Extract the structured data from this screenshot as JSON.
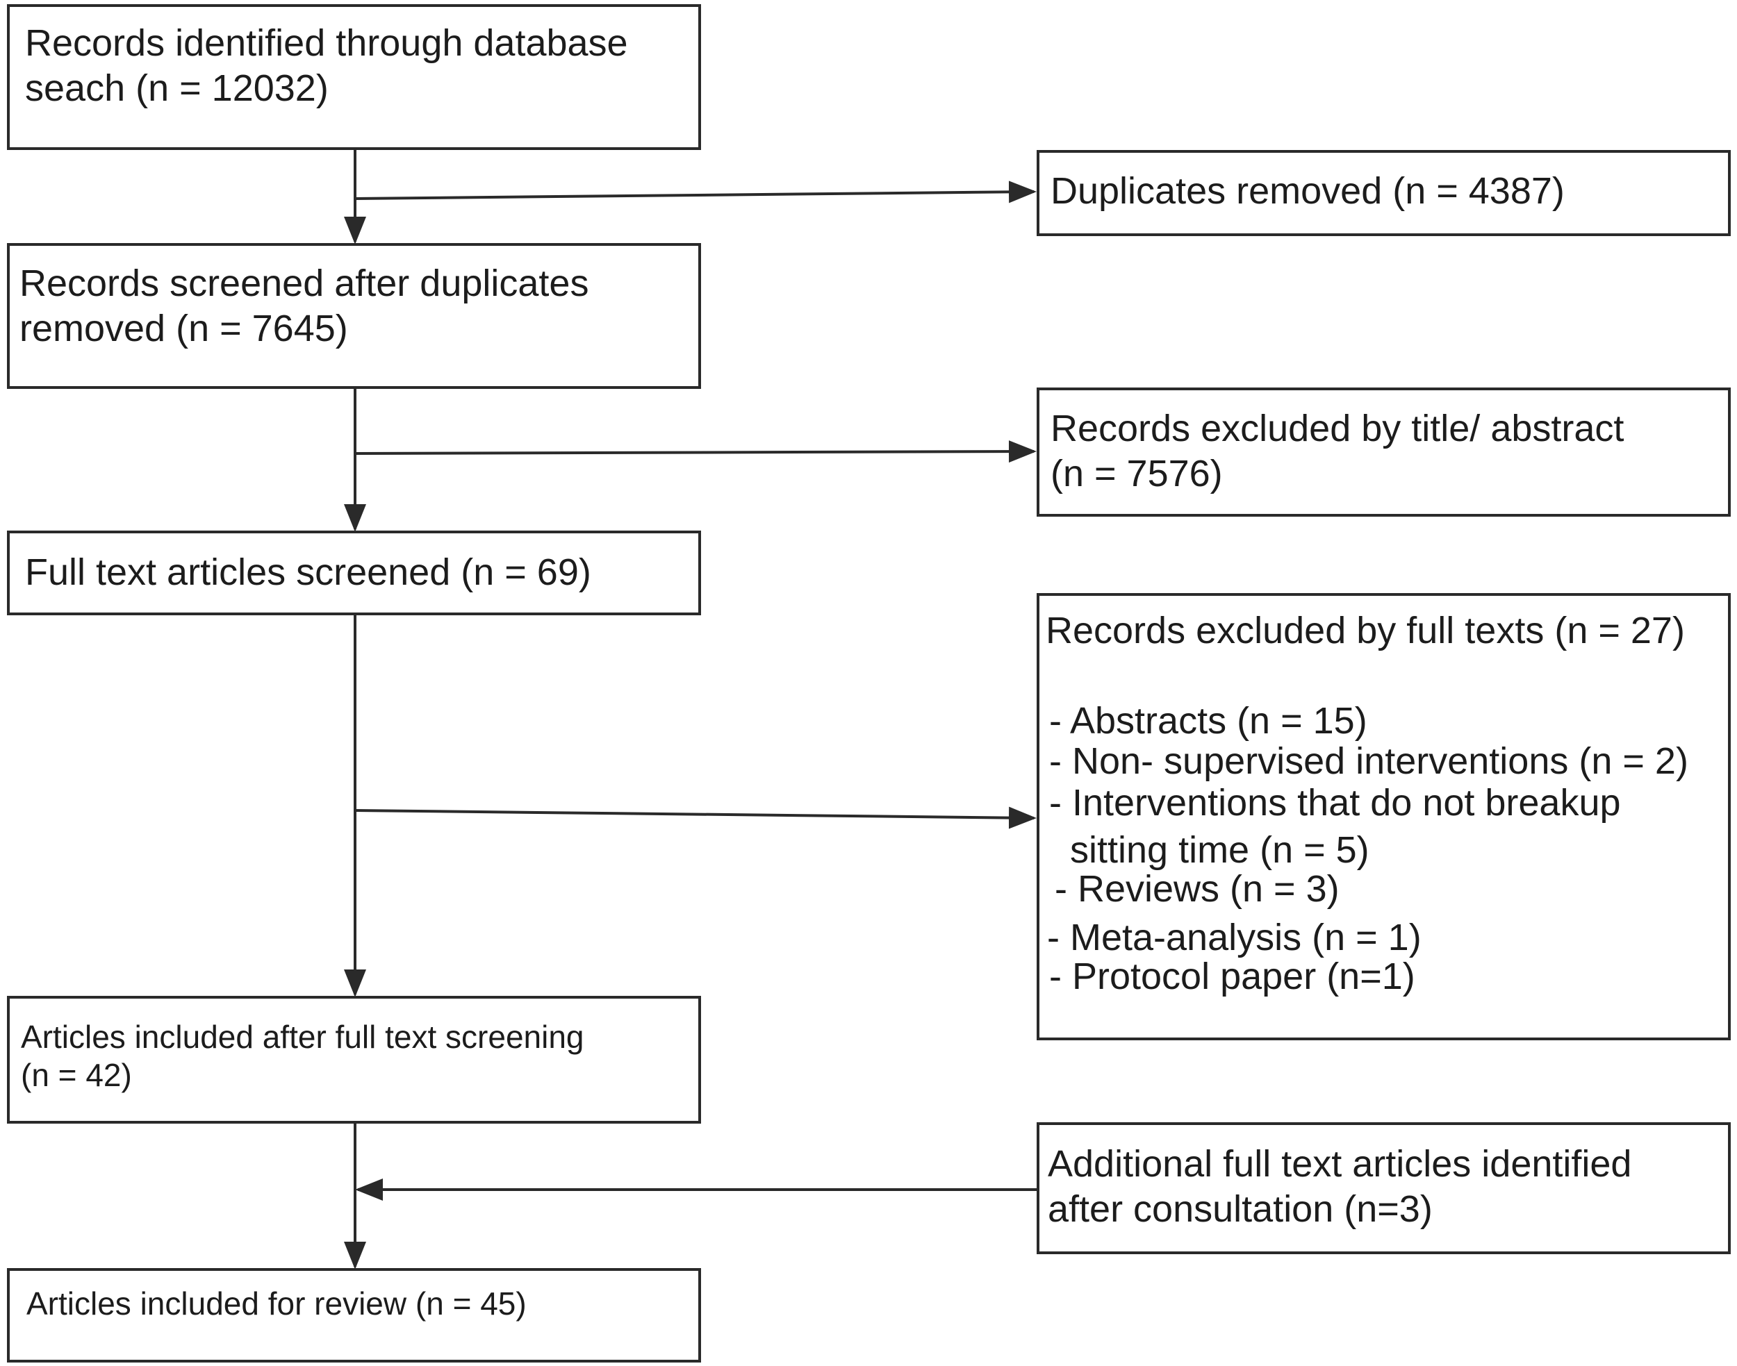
{
  "boxes": {
    "identified": {
      "line1": "Records identified through database",
      "line2": "seach (n = 12032)"
    },
    "duplicates": {
      "text": "Duplicates removed (n = 4387)"
    },
    "screened": {
      "line1": "Records screened after duplicates",
      "line2": "removed (n = 7645)"
    },
    "excluded_title": {
      "line1": "Records excluded by title/ abstract",
      "line2": "(n = 7576)"
    },
    "fulltext_screened": {
      "text": "Full text articles screened (n = 69)"
    },
    "excluded_fulltext": {
      "heading": "Records excluded by full texts (n = 27)",
      "reasons": [
        "- Abstracts (n = 15)",
        "- Non- supervised interventions (n = 2)",
        "- Interventions that do not breakup",
        "sitting time (n = 5)",
        "- Reviews (n = 3)",
        "- Meta-analysis (n = 1)",
        "- Protocol paper (n=1)"
      ]
    },
    "included_fulltext": {
      "line1": "Articles included after full text screening",
      "line2": "(n = 42)"
    },
    "additional": {
      "line1": "Additional full text articles identified",
      "line2": "after consultation (n=3)"
    },
    "included_review": {
      "text": "Articles included for review (n = 45)"
    }
  }
}
